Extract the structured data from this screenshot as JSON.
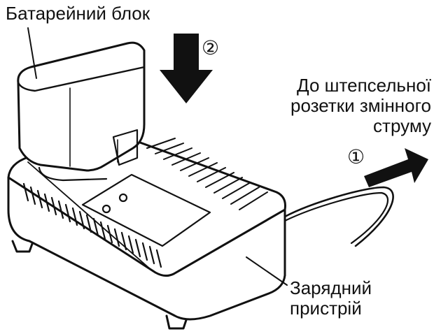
{
  "labels": {
    "battery": "Батарейний блок",
    "socket_line1": "До штепсельної",
    "socket_line2": "розетки змінного",
    "socket_line3": "струму",
    "charger_line1": "Зарядний",
    "charger_line2": "пристрій"
  },
  "steps": {
    "step1": "①",
    "step2": "②"
  },
  "colors": {
    "line": "#111111",
    "fill": "#ffffff"
  }
}
